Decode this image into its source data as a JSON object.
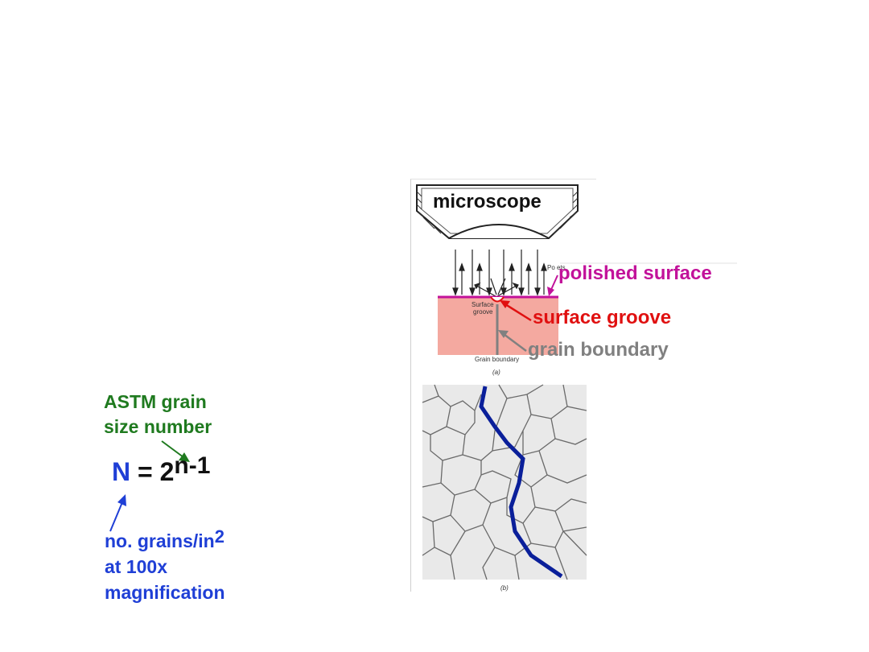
{
  "diagram": {
    "microscope_label": "microscope",
    "polished_surface_label": "polished surface",
    "surface_groove_label": "surface groove",
    "grain_boundary_label": "grain boundary",
    "figure_small": {
      "surface_groove": "Surface groove",
      "surface_groove_line1": "Surface",
      "surface_groove_line2": "groove",
      "grain_boundary": "Grain boundary",
      "panel_a": "(a)",
      "panel_b": "(b)",
      "polished_edge": "Po ets"
    },
    "formula": {
      "lhs": "N",
      "eq": " = 2",
      "exponent": "n-1"
    },
    "astm_label": {
      "line1": "ASTM grain",
      "line2": "size number"
    },
    "grains_label": {
      "line1": "no. grains/in",
      "line1_sup": "2",
      "line2": "at 100x",
      "line3": "magnification"
    },
    "colors": {
      "green": "#1f7a1f",
      "blue": "#1f3fd6",
      "magenta": "#c2129a",
      "red": "#e01010",
      "gray": "#808080",
      "grain_fill": "#f4a9a0",
      "boundary_trace": "#0a1f9a"
    }
  }
}
